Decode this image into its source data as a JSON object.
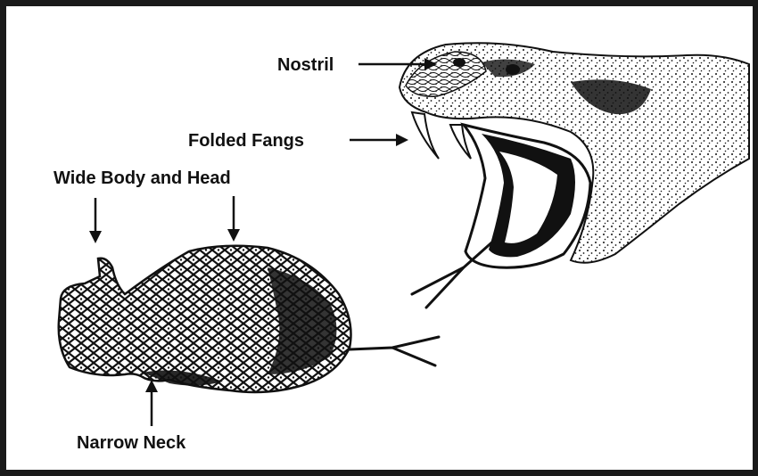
{
  "labels": {
    "nostril": "Nostril",
    "folded_fangs": "Folded Fangs",
    "wide_body_and_head": "Wide Body and Head",
    "narrow_neck": "Narrow Neck"
  },
  "colors": {
    "ink": "#111111",
    "paper": "#ffffff",
    "frame": "#1a1a1a"
  }
}
